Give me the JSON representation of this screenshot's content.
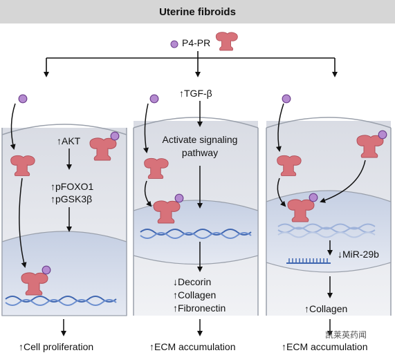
{
  "title": "Uterine fibroids",
  "top_label": "P4-PR",
  "panel1": {
    "akt": "↑AKT",
    "pfoxo": "↑pFOXO1",
    "pgsk": "↑pGSK3β",
    "outcome": "↑Cell proliferation"
  },
  "panel2": {
    "tgf": "↑TGF-β",
    "activate_line1": "Activate signaling",
    "activate_line2": "pathway",
    "decorin": "↓Decorin",
    "collagen": "↑Collagen",
    "fibronectin": "↑Fibronectin",
    "outcome": "↑ECM accumulation"
  },
  "panel3": {
    "mir": "↓MiR-29b",
    "collagen": "↑Collagen",
    "outcome": "↑ECM accumulation"
  },
  "watermark": "凯莱英药闻",
  "colors": {
    "receptor": "#d7727a",
    "receptor_dark": "#b0505a",
    "ligand": "#b58bd0",
    "cell": "#e6e8ee",
    "nucleus": "#cdd6e8",
    "dna": "#3f66b0"
  }
}
